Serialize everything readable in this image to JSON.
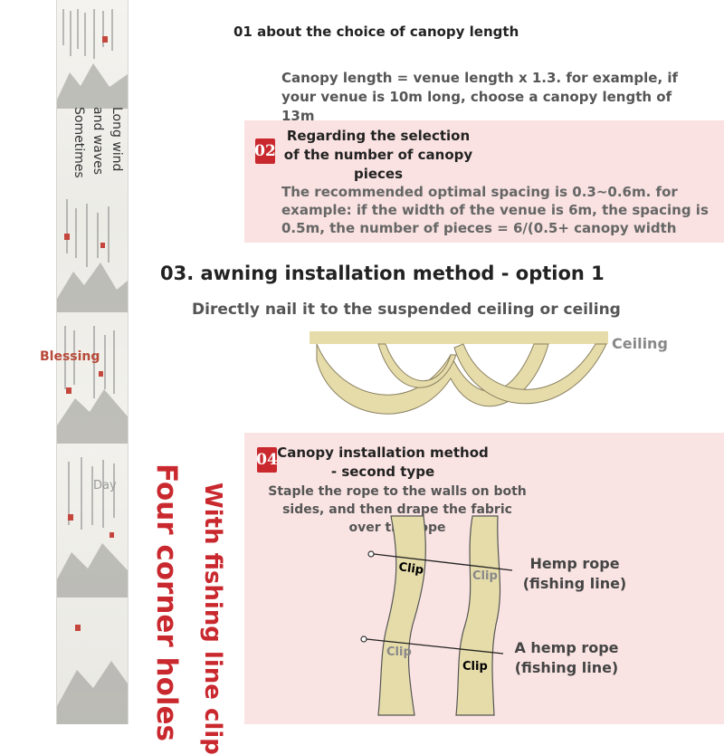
{
  "scroll": {
    "poem": "Long wind\nand waves\nSometimes",
    "blessing": "Blessing",
    "day": "Day"
  },
  "overlay": {
    "four_corner": "Four corner holes",
    "fishing_clip": "With fishing line clip"
  },
  "section1": {
    "title": "01 about the choice of canopy length",
    "body": "Canopy length = venue length x 1.3. for example, if your venue is 10m long, choose a canopy length of 13m"
  },
  "section2": {
    "badge": "02",
    "title": "Regarding the selection of the number of canopy pieces",
    "body": "The recommended optimal spacing is 0.3~0.6m. for example: if the width of the venue is 6m, the spacing is 0.5m, the number of pieces = 6/(0.5+ canopy width"
  },
  "section3": {
    "title": "03. awning installation method - option 1",
    "body": "Directly nail it to the suspended ceiling or ceiling",
    "ceiling_label": "Ceiling"
  },
  "section4": {
    "badge": "04",
    "title": "Canopy installation method - second type",
    "body": "Staple the rope to the walls on both sides, and then drape the fabric over the rope",
    "label_top": "Hemp rope (fishing line)",
    "label_bottom": "A hemp rope (fishing line)",
    "clip_labels": [
      "Clip",
      "Clip",
      "Clip",
      "Clip"
    ]
  },
  "colors": {
    "accent_red": "#c9292e",
    "pink_panel": "#f9e2e1",
    "canopy_fill": "#e6dcaa"
  }
}
